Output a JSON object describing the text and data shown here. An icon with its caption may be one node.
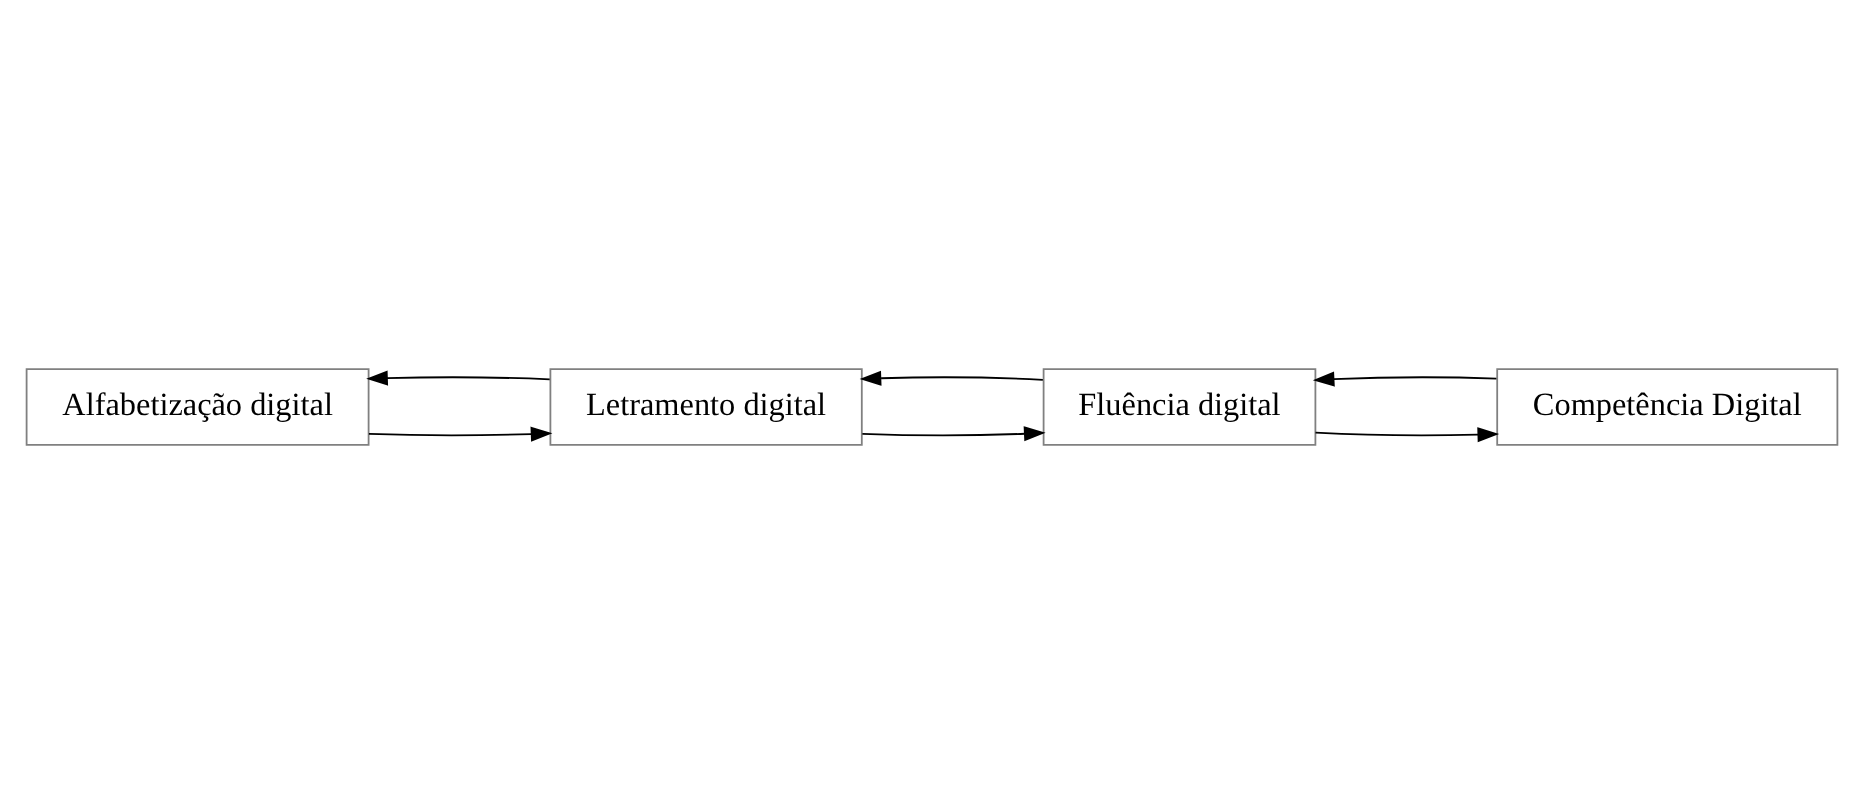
{
  "diagram": {
    "nodes": [
      {
        "text": [
          "Alfabetização digital"
        ]
      },
      {
        "text": [
          "Letramento digital"
        ]
      },
      {
        "text": [
          "Fluência digital"
        ]
      },
      {
        "text": [
          "Competência Digital"
        ]
      }
    ],
    "edges": [
      {
        "from": 0,
        "to": 1,
        "arrow": "to"
      },
      {
        "from": 1,
        "to": 0,
        "arrow": "to"
      },
      {
        "from": 1,
        "to": 2,
        "arrow": "to"
      },
      {
        "from": 2,
        "to": 1,
        "arrow": "to"
      },
      {
        "from": 2,
        "to": 3,
        "arrow": "to"
      },
      {
        "from": 3,
        "to": 2,
        "arrow": "to"
      }
    ]
  }
}
